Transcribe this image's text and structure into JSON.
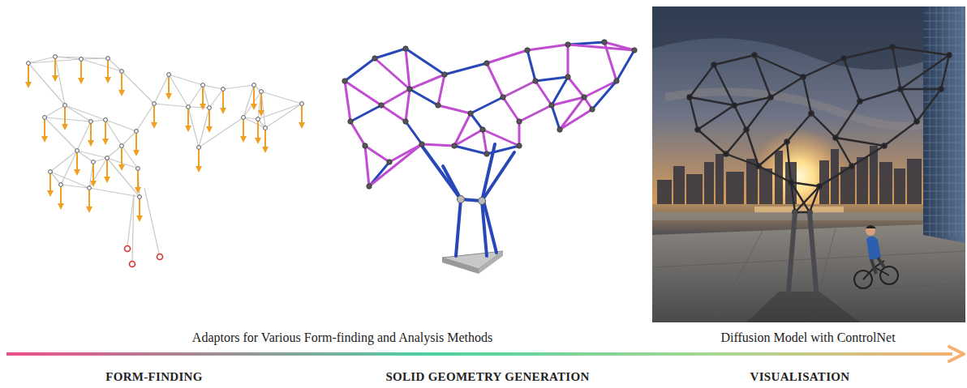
{
  "diagram": {
    "labels": [
      "Adaptors for Various Form-finding and Analysis Methods",
      "Diffusion Model with ControlNet",
      "FORM-FINDING",
      "SOLID GEOMETRY GENERATION",
      "VISUALISATION"
    ]
  }
}
